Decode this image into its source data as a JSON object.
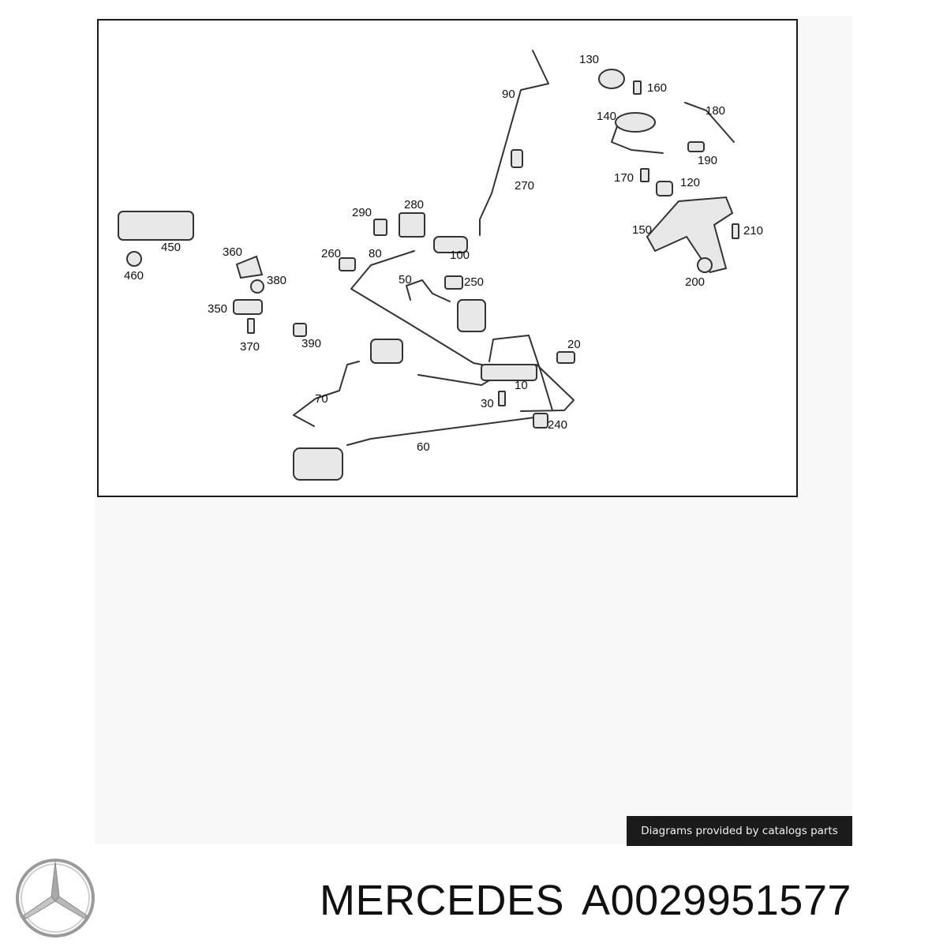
{
  "diagram": {
    "callouts": {
      "c130": "130",
      "c160": "160",
      "c180": "180",
      "c140": "140",
      "c190": "190",
      "c90": "90",
      "c270": "270",
      "c170": "170",
      "c120": "120",
      "c150": "150",
      "c210": "210",
      "c200": "200",
      "c290": "290",
      "c280": "280",
      "c100": "100",
      "c450": "450",
      "c460": "460",
      "c360": "360",
      "c260": "260",
      "c80": "80",
      "c380": "380",
      "c50": "50",
      "c250": "250",
      "c350": "350",
      "c370": "370",
      "c390": "390",
      "c20": "20",
      "c10": "10",
      "c70": "70",
      "c30": "30",
      "c240": "240",
      "c60": "60"
    }
  },
  "credit": {
    "text": "Diagrams provided by catalogs parts"
  },
  "product": {
    "brand": "MERCEDES",
    "part_number": "A0029951577"
  },
  "logo": {
    "icon": "three-pointed-star-icon"
  },
  "colors": {
    "line": "#333333",
    "badge_bg": "#1b1b1b",
    "text": "#111111"
  }
}
